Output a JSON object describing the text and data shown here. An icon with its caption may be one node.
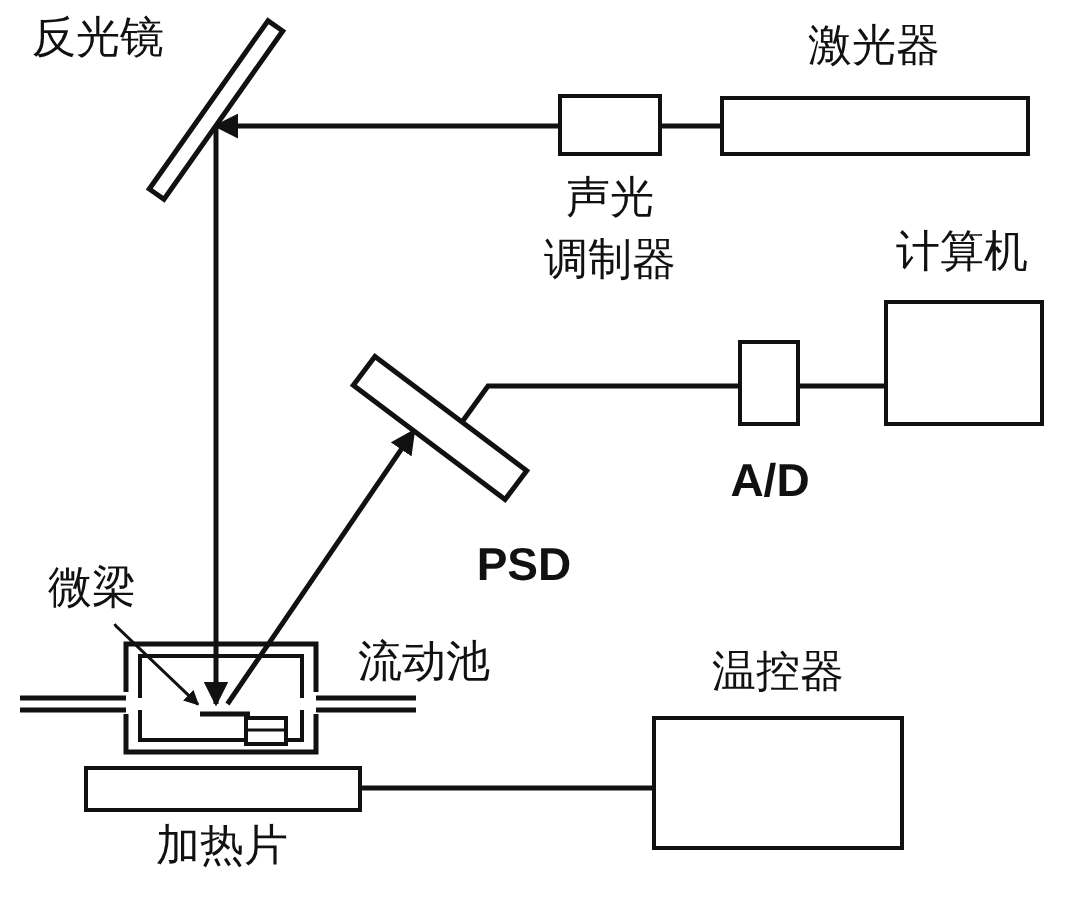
{
  "diagram": {
    "nodes": [
      {
        "text": [
          "反光镜"
        ]
      },
      {
        "text": [
          "激光器"
        ]
      },
      {
        "text": [
          "声光调制器"
        ]
      },
      {
        "text": [
          "计算机"
        ]
      },
      {
        "text": [
          "A/D"
        ]
      },
      {
        "text": [
          "PSD"
        ]
      },
      {
        "text": [
          "微梁"
        ]
      },
      {
        "text": [
          "流动池"
        ]
      },
      {
        "text": [],
        "shape": "bar",
        "in": 7
      },
      {
        "text": [
          "温控器"
        ]
      },
      {
        "text": [
          "加热片"
        ]
      }
    ],
    "edges": [
      {
        "from": 1,
        "to": 2,
        "arrow": "none"
      },
      {
        "from": 2,
        "to": 0,
        "arrow": "to"
      },
      {
        "from": 0,
        "to": 8,
        "arrow": "to"
      },
      {
        "from": 8,
        "to": 5,
        "arrow": "to"
      },
      {
        "from": 5,
        "to": 4,
        "arrow": "none"
      },
      {
        "from": 4,
        "to": 3,
        "arrow": "none"
      },
      {
        "from": 6,
        "to": 8,
        "arrow": "to"
      },
      {
        "from": 10,
        "to": 9,
        "arrow": "none"
      }
    ]
  }
}
